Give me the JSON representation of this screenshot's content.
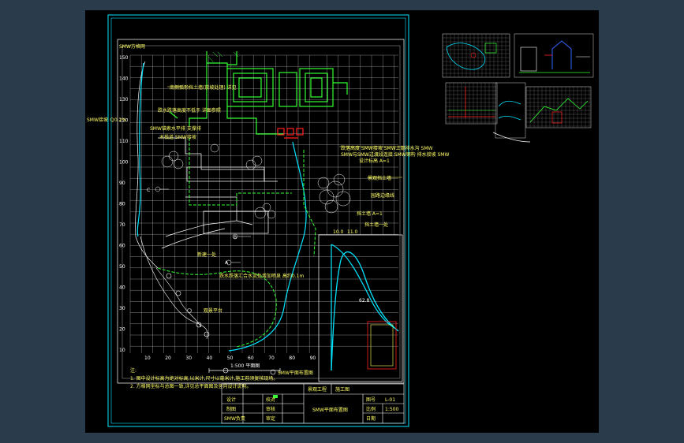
{
  "colors": {
    "background": "#000000",
    "frame": "#00e5ff",
    "grid": "#cfcfcf",
    "building": "#33ff33",
    "annotation": "#ffff66",
    "path": "#00e5ff",
    "accent_red": "#ff2020",
    "app_chrome": "#2a3b4c"
  },
  "plan": {
    "title": "SMW方格网",
    "left_note": "SMW接坡 Ｑ0.2%",
    "y_ticks": [
      "150",
      "140",
      "130",
      "120",
      "110",
      "100",
      "90",
      "80",
      "70",
      "60",
      "50",
      "40",
      "30",
      "20",
      "10"
    ],
    "x_ticks": [
      "10",
      "20",
      "30",
      "40",
      "50",
      "60",
      "70",
      "80",
      "90"
    ],
    "notes": [
      "南侧弧形挡土墙(放坡处理) 详见",
      "跌水跌落高度不低于 详图参照",
      "SMW锚索水平排 支撑排",
      "木栈道 SMW接坡",
      "跌落高度 SMW接坡  SMW上部排水沟 SMW",
      "SMW与SMW过渡段连接 SMW钢构 排水接坡 SMW",
      "设计标高 A=1",
      "景观挡土墙",
      "挡土墙 A=1",
      "新建一处",
      "跌水跌落汇合水流处增加喷泉 高约0.1m",
      "观景平台",
      "挡土墙一处",
      "园路边缘线",
      "C",
      "B",
      "A"
    ],
    "inset_labels": [
      "10.0",
      "11.0",
      "62.8"
    ],
    "scale": "1:500 平面图",
    "legend": "SMW平面布置图",
    "footer_notes": [
      "注:",
      "1. 图中设计标高为绝对标高,以米计,尺寸以毫米计,施工前须复核现场。",
      "2. 方格网坐标与总图一致,详见总平面图及竖向设计说明。"
    ]
  },
  "title_block": {
    "rows": [
      {
        "c1": "设计",
        "c2": "校对"
      },
      {
        "c1": "制图",
        "c2": "审核"
      },
      {
        "c1": "SMW负责",
        "c2": "审定"
      }
    ],
    "project": "景观工程",
    "drawing_title": "SMW平面布置图",
    "phase": "施工图",
    "number": "L-01",
    "date_label": "日期",
    "scale_label": "比例",
    "scale_value": "1:500",
    "sheet_label": "图号"
  }
}
